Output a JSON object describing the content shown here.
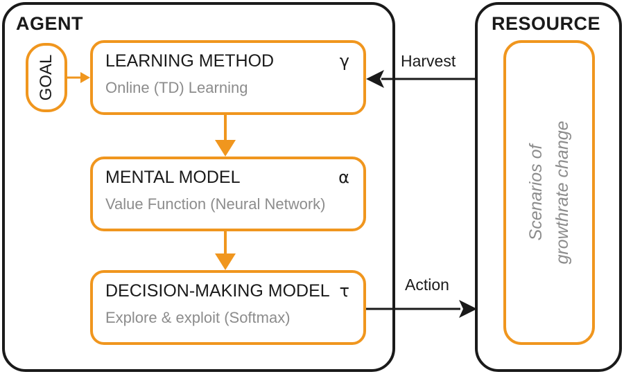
{
  "agent": {
    "title": "AGENT",
    "goal": "GOAL",
    "blocks": [
      {
        "title": "LEARNING METHOD",
        "subtitle": "Online (TD) Learning",
        "symbol": "γ"
      },
      {
        "title": "MENTAL MODEL",
        "subtitle": "Value Function (Neural Network)",
        "symbol": "α"
      },
      {
        "title": "DECISION-MAKING MODEL",
        "subtitle": "Explore & exploit (Softmax)",
        "symbol": "τ"
      }
    ]
  },
  "resource": {
    "title": "RESOURCE",
    "scenario_line1": "Scenarios of",
    "scenario_line2": "growthrate change"
  },
  "flows": {
    "harvest": "Harvest",
    "action": "Action"
  },
  "colors": {
    "accent": "#f0961e",
    "frame": "#1a1a1a",
    "subtext": "#8c8c8c"
  }
}
